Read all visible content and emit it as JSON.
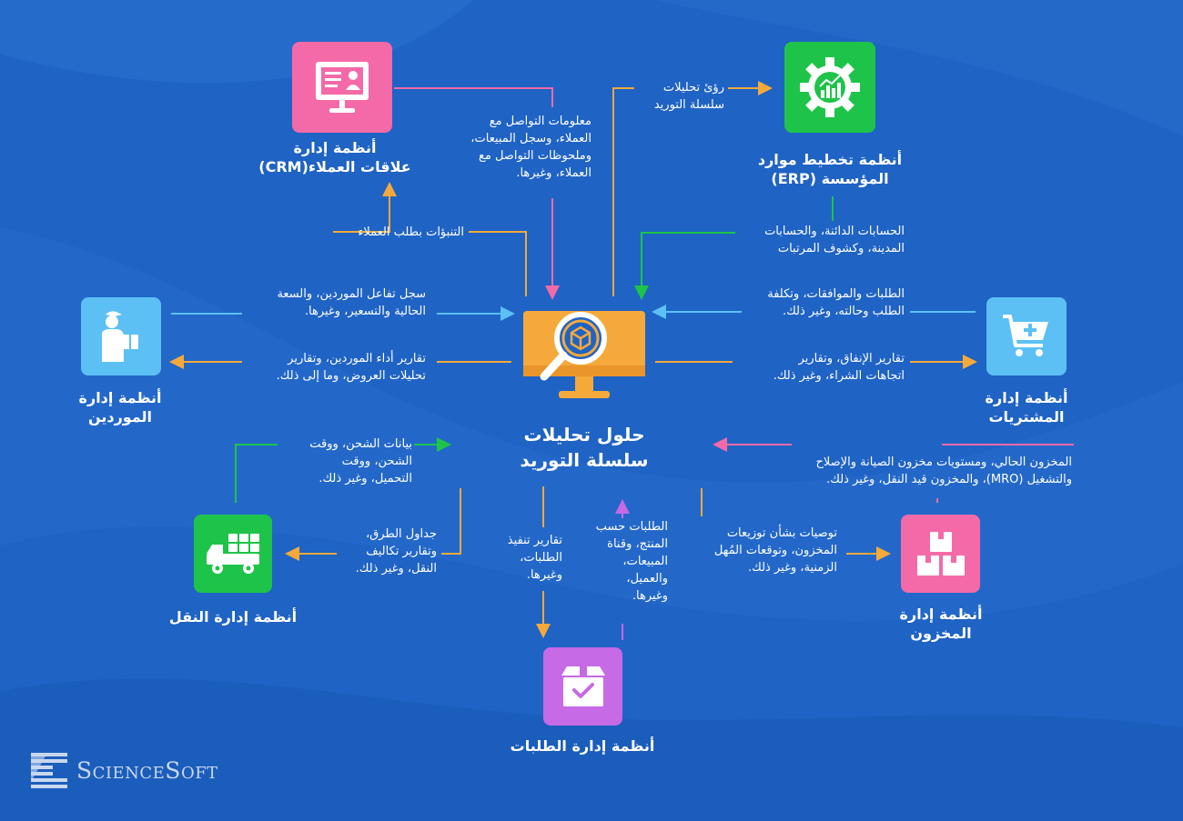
{
  "center": {
    "title": "حلول تحليلات\nسلسلة التوريد"
  },
  "systems": {
    "crm": {
      "title": "أنظمة إدارة\nعلاقات العملاء(CRM)",
      "icon": "monitor-user-icon",
      "color": "#f46aa8"
    },
    "erp": {
      "title": "أنظمة تخطيط موارد\nالمؤسسة  (ERP)",
      "icon": "gear-chart-icon",
      "color": "#1ec449"
    },
    "suppliers": {
      "title": "أنظمة إدارة\nالموردين",
      "icon": "delivery-person-icon",
      "color": "#5cc0f4"
    },
    "procurement": {
      "title": "أنظمة إدارة\nالمشتريات",
      "icon": "shopping-cart-plus-icon",
      "color": "#5cc0f4"
    },
    "transport": {
      "title": "أنظمة إدارة النقل",
      "icon": "delivery-truck-icon",
      "color": "#1ec449"
    },
    "inventory": {
      "title": "أنظمة إدارة\nالمخزون",
      "icon": "stacked-boxes-icon",
      "color": "#f46aa8"
    },
    "orders": {
      "title": "أنظمة إدارة الطلبات",
      "icon": "box-check-icon",
      "color": "#c66ae6"
    }
  },
  "flows": {
    "crm_to_center": "معلومات التواصل مع\nالعملاء، وسجل المبيعات،\nوملحوظات التواصل مع\nالعملاء، وغيرها.",
    "center_to_crm": "التنبؤات بطلب العملاء",
    "center_to_erp": "رؤئ تحليلات\nسلسلة التوريد",
    "erp_to_center": "الحسابات الدائنة، والحسابات\nالمدينة، وكشوف المرتبات",
    "suppliers_to_center": "سجل تفاعل الموردين، والسعة\nالحالية والتسعير، وغيرها.",
    "center_to_suppliers": "تقارير أداء الموردين، وتقارير\nتحليلات العروض، وما إلى ذلك.",
    "procurement_to_center": "الطلبات والموافقات، وتكلفة\nالطلب وحالته، وغير ذلك.",
    "center_to_procurement": "تقارير الإنفاق، وتقارير\nاتجاهات الشراء، وغير ذلك.",
    "transport_to_center": "بيانات الشحن، ووقت\nالشحن، ووقت\nالتحميل، وغير ذلك.",
    "center_to_transport": "جداول الطرق،\nوتقارير تكاليف\nالنقل، وغير ذلك.",
    "inventory_to_center": "المخزون الحالي، ومستويات مخزون الصيانة والإصلاح\nوالتشغيل (MRO)، والمخزون قيد النقل، وغير ذلك.",
    "center_to_inventory": "توصيات بشأن توزيعات\nالمخزون، وتوقعات المُهل\nالزمنية، وغير ذلك.",
    "center_to_orders": "تقارير تنفيذ\nالطلبات،\nوغيرها.",
    "orders_to_center": "الطلبات حسب\nالمنتج، وقناة\nالمبيعات،\nوالعميل،\nوغيرها."
  },
  "colors": {
    "background": "#1f63c4",
    "orange": "#f6a93b",
    "pink": "#f46aa8",
    "green": "#1ec449",
    "blue": "#5cc0f4",
    "purple": "#c66ae6"
  },
  "brand": {
    "name": "ScienceSoft",
    "icon": "sciencesoft-logo-icon"
  }
}
